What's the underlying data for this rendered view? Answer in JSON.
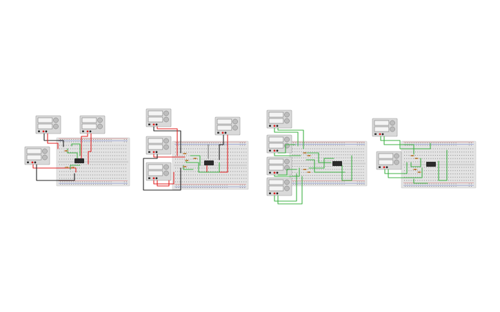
{
  "canvas": {
    "background": "#ffffff"
  },
  "colors": {
    "breadboard": "#e3e3e3",
    "breadboard_edge": "#c8c8c8",
    "hole": "#8a8a8a",
    "rail_red": "#d33a3a",
    "rail_blue": "#3a55c8",
    "psu_body": "#d9d9d9",
    "psu_screen": "#3a3a3a",
    "psu_knob": "#bdbdbd",
    "wire_red": "#e01e1e",
    "wire_black": "#1f1f1f",
    "wire_green": "#3cb043",
    "wire_gray": "#7a7a7a",
    "chip": "#2b2b2b",
    "resistor": "#e0a35c"
  },
  "circuits": [
    {
      "id": "circuit-1",
      "label": "",
      "power_supplies": 3,
      "chip_text": ""
    },
    {
      "id": "circuit-2",
      "label": "",
      "power_supplies": 4,
      "chip_text": ""
    },
    {
      "id": "circuit-3",
      "label": "",
      "power_supplies": 4,
      "chip_text": ""
    },
    {
      "id": "circuit-4",
      "label": "",
      "power_supplies": 2,
      "chip_text": ""
    }
  ]
}
